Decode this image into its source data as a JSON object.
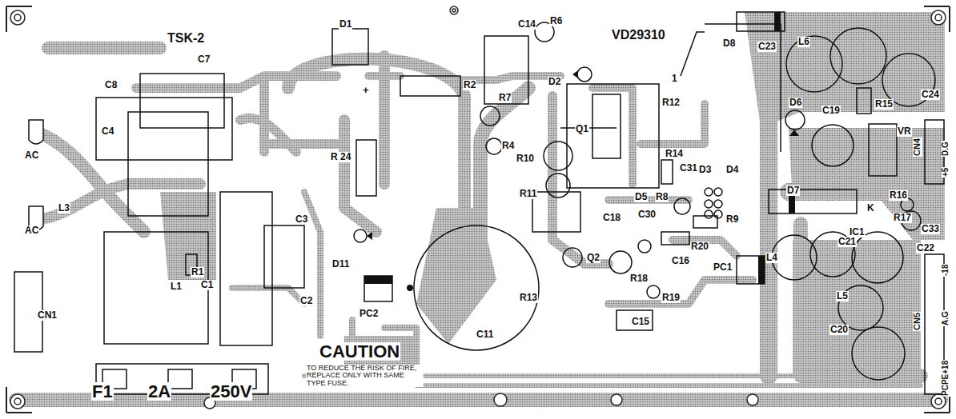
{
  "diagram": {
    "labels": [
      "TSK-2",
      "D1",
      "C14",
      "R6",
      "VD29310",
      "D8",
      "C23",
      "L6",
      "C7",
      "C8",
      "+",
      "R2",
      "D2",
      "1",
      "R7",
      "R12",
      "D6",
      "C19",
      "R15",
      "C24",
      "AC",
      "C4",
      "R4",
      "Q1",
      "VR",
      "CN4",
      "D.G",
      "+5",
      "R 24",
      "R10",
      "R14",
      "C31",
      "D3",
      "D4",
      "R11",
      "L3",
      "D5",
      "R8",
      "D7",
      "R16",
      "K",
      "R17",
      "C33",
      "C18",
      "C30",
      "R9",
      "IC1",
      "AC",
      "C3",
      "R20",
      "C16",
      "D11",
      "Q2",
      "R18",
      "L4",
      "C21",
      "C22",
      "PC1",
      "R1",
      "C1",
      "L1",
      "C2",
      "R13",
      "R19",
      "L5",
      "CN1",
      "PC2",
      "C11",
      "C15",
      "CN5",
      "C20",
      "-18",
      "A.G",
      "PCPE+18",
      "CAUTION",
      "TO REDUCE THE RISK OF FIRE, REPLACE ONLY WITH SAME TYPE FUSE.",
      "F1",
      "2A",
      "250V"
    ]
  }
}
